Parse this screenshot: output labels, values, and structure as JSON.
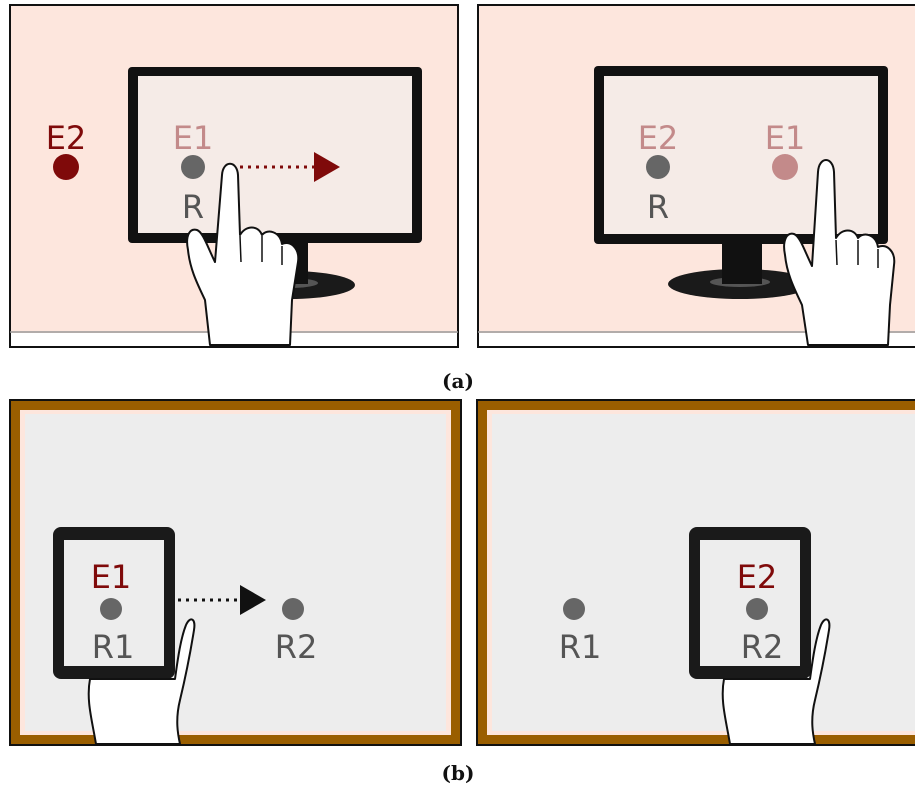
{
  "colors": {
    "wall_a": "#fde6dd",
    "dark_red": "#7f0a0a",
    "faded_red": "#c38a8a",
    "gray_dot": "#666666",
    "wall_b_frame": "#9a5e00",
    "wall_b_fill": "#ededed"
  },
  "panel_a": {
    "left": {
      "e2_label": "E2",
      "e1_label": "E1",
      "r_label": "R"
    },
    "right": {
      "e2_label": "E2",
      "e1_label": "E1",
      "r_label": "R"
    },
    "caption": "(a)"
  },
  "panel_b": {
    "left": {
      "e1_label": "E1",
      "r1_label": "R1",
      "r2_label": "R2"
    },
    "right": {
      "e2_label": "E2",
      "r1_label": "R1",
      "r2_label": "R2"
    },
    "caption": "(b)"
  },
  "icons": [
    "monitor-icon",
    "hand-pointing-icon",
    "tablet-icon",
    "hand-holding-icon",
    "arrow-right-icon"
  ]
}
